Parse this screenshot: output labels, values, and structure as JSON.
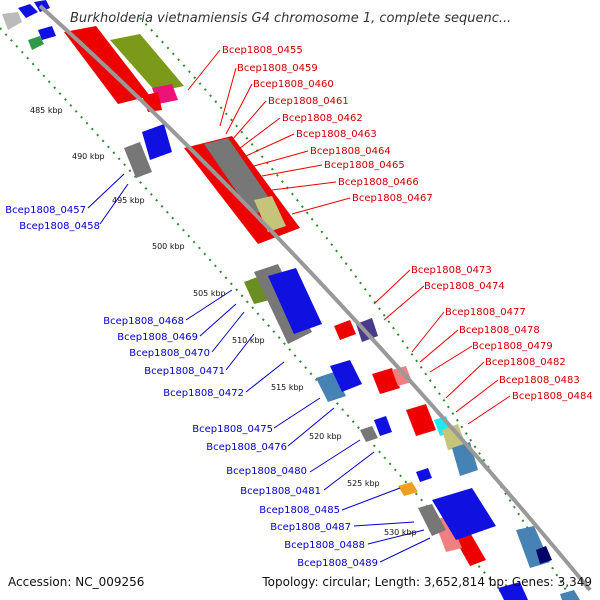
{
  "title": "Burkholderia vietnamiensis G4 chromosome 1, complete sequenc...",
  "footer": {
    "accession": "Accession: NC_009256",
    "topology": "Topology: circular; Length: 3,652,814 bp; Genes: 3,349"
  },
  "colors": {
    "background": "#ffffff",
    "backbone": "#999999",
    "tick_dots": "#2e8b2e",
    "plus_strand_label": "#cc0000",
    "minus_strand_label": "#0000cc"
  },
  "scale_ticks": [
    "485 kbp",
    "490 kbp",
    "495 kbp",
    "500 kbp",
    "505 kbp",
    "510 kbp",
    "515 kbp",
    "520 kbp",
    "525 kbp",
    "530 kbp"
  ],
  "genes_outer_labels": [
    "Bcep1808_0455",
    "Bcep1808_0459",
    "Bcep1808_0460",
    "Bcep1808_0461",
    "Bcep1808_0462",
    "Bcep1808_0463",
    "Bcep1808_0464",
    "Bcep1808_0465",
    "Bcep1808_0466",
    "Bcep1808_0467",
    "Bcep1808_0473",
    "Bcep1808_0474",
    "Bcep1808_0477",
    "Bcep1808_0478",
    "Bcep1808_0479",
    "Bcep1808_0482",
    "Bcep1808_0483",
    "Bcep1808_0484"
  ],
  "genes_inner_labels": [
    "Bcep1808_0457",
    "Bcep1808_0458",
    "Bcep1808_0468",
    "Bcep1808_0469",
    "Bcep1808_0470",
    "Bcep1808_0471",
    "Bcep1808_0472",
    "Bcep1808_0475",
    "Bcep1808_0476",
    "Bcep1808_0480",
    "Bcep1808_0481",
    "Bcep1808_0485",
    "Bcep1808_0487",
    "Bcep1808_0488",
    "Bcep1808_0489"
  ]
}
